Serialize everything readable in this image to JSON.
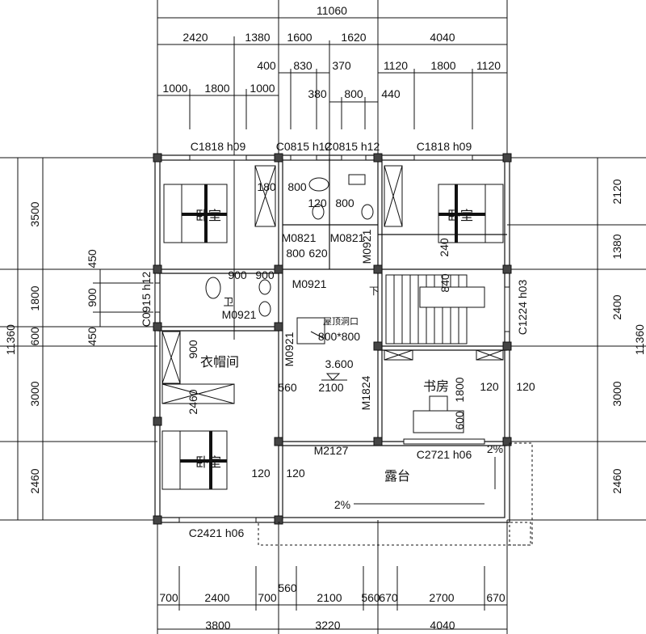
{
  "dims": {
    "top_total": "11060",
    "top_row2": [
      "2420",
      "1380",
      "1600",
      "1620",
      "4040"
    ],
    "top_row3": [
      "400",
      "830",
      "370",
      "1120",
      "1800",
      "1120"
    ],
    "top_row4": [
      "1000",
      "1800",
      "1000",
      "380",
      "800",
      "440"
    ],
    "bottom_row1": [
      "700",
      "2400",
      "700",
      "560",
      "2100",
      "560",
      "670",
      "2700",
      "670"
    ],
    "bottom_row2": [
      "3800",
      "3220",
      "4040"
    ],
    "left_total": "11360",
    "left_row": [
      "3500",
      "1800",
      "600",
      "3000",
      "2460"
    ],
    "left_inner": [
      "450",
      "900",
      "450"
    ],
    "right_total": "11360",
    "right_row": [
      "2120",
      "1380",
      "2400",
      "3000",
      "2460"
    ],
    "interior": [
      "180",
      "800",
      "120",
      "800",
      "800",
      "620",
      "900",
      "900",
      "840",
      "240",
      "560",
      "2100",
      "1800",
      "120",
      "120",
      "2460",
      "600",
      "120",
      "120",
      "900"
    ]
  },
  "rooms": {
    "bedroom_top_left": "卧室",
    "bedroom_top_right": "卧室",
    "bedroom_bottom_left": "卧室",
    "closet": "衣帽间",
    "study": "书房",
    "terrace": "露台",
    "bathroom": "卫",
    "stair_down": "下",
    "roof_hatch": "屋顶洞口",
    "roof_hatch_size": "800*800",
    "elevation": "3.600",
    "slope_1": "2%",
    "slope_2": "2%"
  },
  "openings": {
    "win_top_left": "C1818 h09",
    "win_top_bath1": "C0815 h12",
    "win_top_bath2": "C0815 h12",
    "win_top_right": "C1818 h09",
    "win_left_bath": "C0915 h12",
    "win_right_stair": "C1224 h03",
    "win_study": "C2721 h06",
    "win_bottom_left": "C2421 h06",
    "door_bath1": "M0821",
    "door_bath2": "M0821",
    "door_bedroom_tr": "M0921",
    "door_hall": "M0921",
    "door_bath_left": "M0921",
    "door_closet": "M0921",
    "door_study": "M1824",
    "door_terrace": "M2127"
  }
}
